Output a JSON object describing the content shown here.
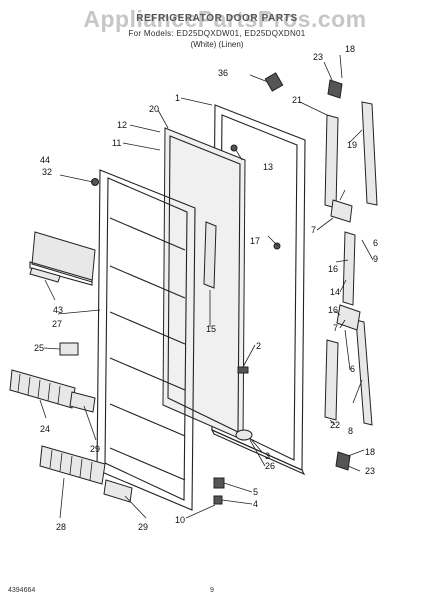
{
  "header": {
    "watermark": "AppliancePartsPros.com",
    "title": "REFRIGERATOR DOOR PARTS",
    "models_line": "For Models: ED25DQXDW01, ED25DQXDN01",
    "codes_line": "(White)                (Linen)"
  },
  "footer": {
    "part_number": "4394664",
    "page": "9"
  },
  "callouts": [
    "1",
    "2",
    "3",
    "4",
    "5",
    "6",
    "6",
    "7",
    "7",
    "8",
    "9",
    "10",
    "11",
    "12",
    "13",
    "14",
    "15",
    "16",
    "16",
    "17",
    "18",
    "18",
    "19",
    "20",
    "21",
    "22",
    "23",
    "23",
    "24",
    "25",
    "26",
    "27",
    "28",
    "29",
    "29",
    "32",
    "36",
    "43",
    "44"
  ],
  "colors": {
    "line": "#222222",
    "watermark": "#bdbdbd",
    "background": "#ffffff"
  }
}
